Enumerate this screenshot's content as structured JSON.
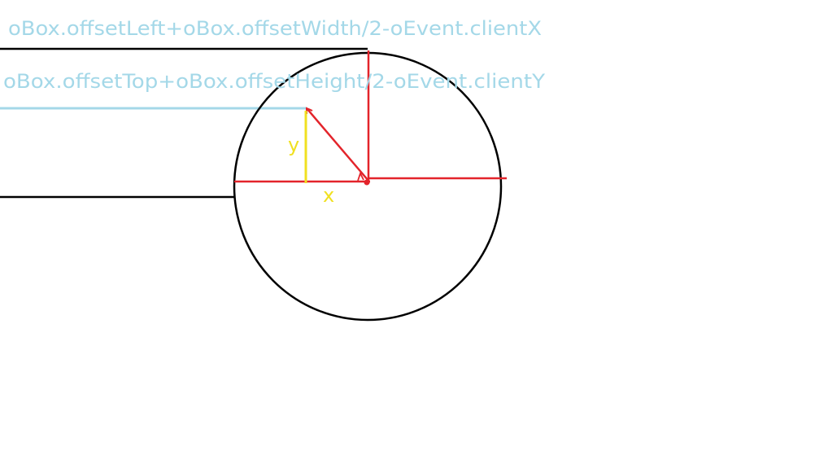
{
  "labels": {
    "formula_x": "oBox.offsetLeft+oBox.offsetWidth/2-oEvent.clientX",
    "formula_y": "oBox.offsetTop+oBox.offsetHeight/2-oEvent.clientY",
    "x": "x",
    "y": "y"
  },
  "colors": {
    "formula": "#a4d8e8",
    "outline": "#000000",
    "red": "#e3242b",
    "yellow": "#f0e020"
  }
}
